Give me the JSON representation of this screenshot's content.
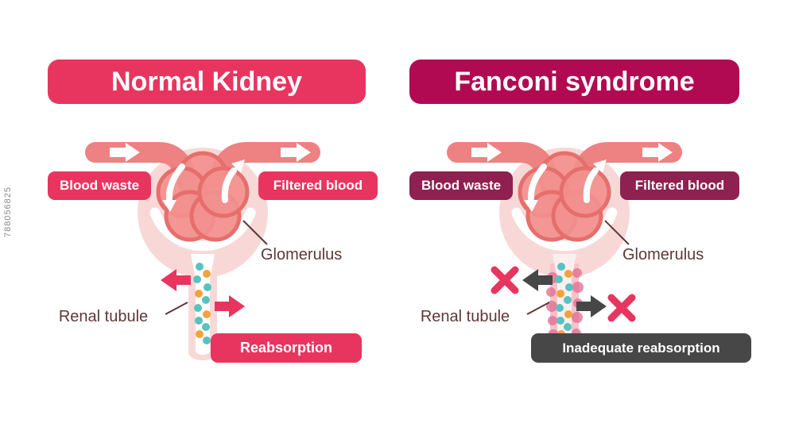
{
  "watermark": "788056825",
  "colors": {
    "pink": "#e8355f",
    "magenta": "#b20a52",
    "badge_dark": "#8e2150",
    "gray": "#474747",
    "vessel": "#ee8181",
    "bulb": "#f8d8d6",
    "glom_fill": "#f2908e",
    "glom_stroke": "#e56f6d",
    "dot_teal": "#58c2c0",
    "dot_orange": "#f2a33c",
    "label": "#5d3838",
    "damage": "#e06a8f"
  },
  "panels": [
    {
      "title": "Normal Kidney",
      "blood_waste": "Blood waste",
      "filtered_blood": "Filtered blood",
      "glomerulus": "Glomerulus",
      "renal_tubule": "Renal tubule",
      "bottom_badge": "Reabsorption"
    },
    {
      "title": "Fanconi syndrome",
      "blood_waste": "Blood waste",
      "filtered_blood": "Filtered blood",
      "glomerulus": "Glomerulus",
      "renal_tubule": "Renal tubule",
      "bottom_badge": "Inadequate reabsorption"
    }
  ]
}
